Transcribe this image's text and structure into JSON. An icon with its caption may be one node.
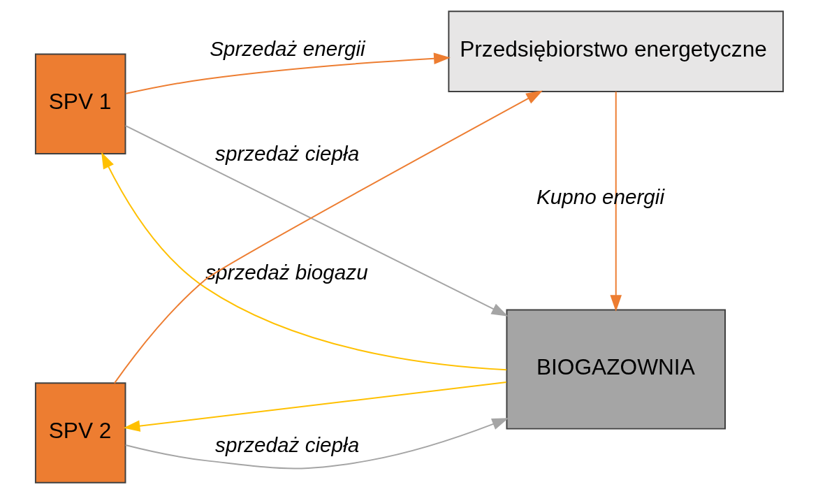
{
  "diagram": {
    "nodes": [
      {
        "text": [
          "Przedsiębiorstwo energetyczne"
        ]
      },
      {
        "text": [
          "BIOGAZOWNIA"
        ]
      },
      {
        "text": [
          "SPV 1"
        ]
      },
      {
        "text": [
          "SPV 2"
        ]
      }
    ],
    "edges": [
      {
        "from": 0,
        "to": 1,
        "arrow": "to",
        "label": "Kupno energii"
      },
      {
        "from": 2,
        "to": 1,
        "arrow": "to",
        "label": "sprzedaż ciepła",
        "color": "#a5a5a5"
      },
      {
        "from": 1,
        "to": 2,
        "arrow": "to",
        "label": "sprzedaż biogazu",
        "color": "#ffc000"
      },
      {
        "from": 1,
        "to": 3,
        "arrow": "to",
        "color": "#ffc000"
      },
      {
        "from": 2,
        "to": 0,
        "arrow": "to",
        "label": "Sprzedaż energii"
      },
      {
        "from": 3,
        "to": 0,
        "arrow": "to"
      },
      {
        "from": 3,
        "to": 1,
        "arrow": "to",
        "label": "sprzedaż ciepła",
        "color": "#a5a5a5"
      }
    ]
  }
}
